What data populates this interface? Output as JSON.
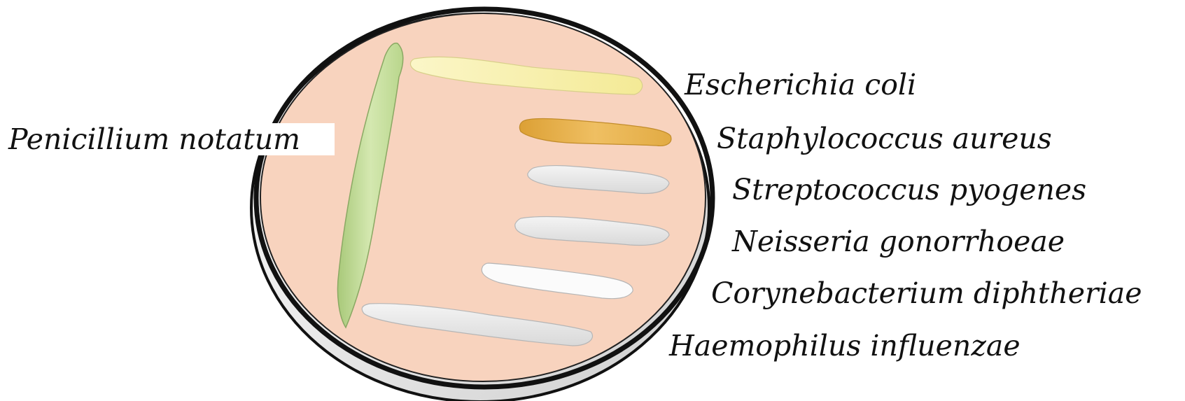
{
  "diagram": {
    "colors": {
      "agar": "#f8d3be",
      "dish_rim": "#111111",
      "dish_base": "#e6e6e6",
      "penicillium": "#c9e0a2",
      "escherichia_coli": "#f9f3b4",
      "staphylococcus_aureus": "#e8b24c",
      "white_colonies": "#e4e4e4"
    },
    "labels": {
      "penicillium": "Penicillium notatum",
      "ecoli": "Escherichia coli",
      "staph": "Staphylococcus aureus",
      "strep": "Streptococcus pyogenes",
      "neisseria": "Neisseria gonorrhoeae",
      "coryne": "Corynebacterium diphtheriae",
      "haemophilus": "Haemophilus influenzae"
    }
  }
}
